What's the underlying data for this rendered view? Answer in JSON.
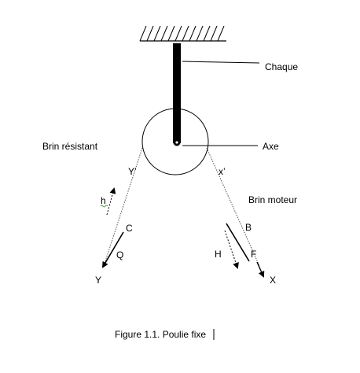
{
  "labels": {
    "chaque": "Chaque",
    "axe": "Axe",
    "brin_resistant": "Brin résistant",
    "brin_moteur": "Brin moteur",
    "y_prime": "Y’",
    "x_prime": "x’",
    "h_small": "h",
    "c": "C",
    "q": "Q",
    "y": "Y",
    "b": "B",
    "h_big": "H",
    "f": "F",
    "x": "X"
  },
  "caption": "Figure 1.1. Poulie fixe"
}
